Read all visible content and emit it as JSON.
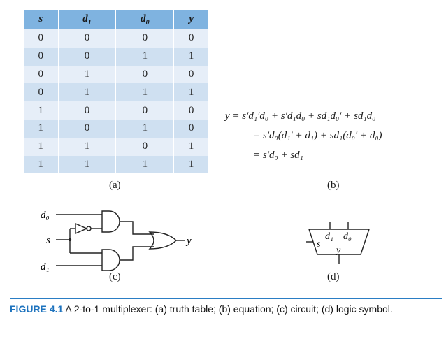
{
  "table": {
    "headers": [
      "s",
      "d",
      "d",
      "y"
    ],
    "header_subs": [
      "",
      "1",
      "0",
      ""
    ],
    "rows": [
      [
        "0",
        "0",
        "0",
        "0"
      ],
      [
        "0",
        "0",
        "1",
        "1"
      ],
      [
        "0",
        "1",
        "0",
        "0"
      ],
      [
        "0",
        "1",
        "1",
        "1"
      ],
      [
        "1",
        "0",
        "0",
        "0"
      ],
      [
        "1",
        "0",
        "1",
        "0"
      ],
      [
        "1",
        "1",
        "0",
        "1"
      ],
      [
        "1",
        "1",
        "1",
        "1"
      ]
    ]
  },
  "captions": {
    "a": "(a)",
    "b": "(b)",
    "c": "(c)",
    "d": "(d)"
  },
  "equation": {
    "line1": "y = s′d₁′d₀ + s′d₁d₀ + sd₁d₀′ + sd₁d₀",
    "line2": "= s′d₀(d₁′ + d₁) + sd₁(d₀′ + d₀)",
    "line3": "= s′d₀ + sd₁"
  },
  "circuit": {
    "d0": "d₀",
    "s": "s",
    "d1": "d₁",
    "y": "y"
  },
  "symbol": {
    "d1": "d₁",
    "d0": "d₀",
    "s": "s",
    "y": "y"
  },
  "figure": {
    "number": "FIGURE 4.1",
    "text": "A 2-to-1 multiplexer: (a) truth table; (b) equation; (c) circuit; (d) logic symbol."
  },
  "colors": {
    "header": "#7fb3e0",
    "row_light": "#e6eef8",
    "row_dark": "#cfe0f1",
    "accent": "#1e73be"
  }
}
